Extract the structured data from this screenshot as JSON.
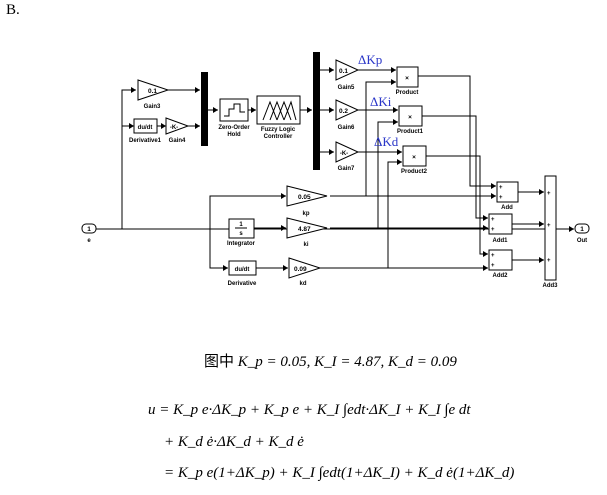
{
  "page_label": "B.",
  "diagram": {
    "input_port": {
      "number": "1",
      "label": "e"
    },
    "output_port": {
      "number": "1",
      "label": "Out"
    },
    "gain3": {
      "value": "0.1",
      "label": "Gain3"
    },
    "derivative1": {
      "text": "du/dt",
      "label": "Derivative1"
    },
    "gain4": {
      "value": "-K-",
      "label": "Gain4"
    },
    "zoh": {
      "label_line1": "Zero-Order",
      "label_line2": "Hold"
    },
    "flc": {
      "label_line1": "Fuzzy Logic",
      "label_line2": "Controller"
    },
    "gain5": {
      "value": "0.1",
      "label": "Gain5"
    },
    "gain6": {
      "value": "0.2",
      "label": "Gain6"
    },
    "gain7": {
      "value": "-K-",
      "label": "Gain7"
    },
    "product": {
      "symbol": "×",
      "label": "Product"
    },
    "product1": {
      "symbol": "×",
      "label": "Product1"
    },
    "product2": {
      "symbol": "×",
      "label": "Product2"
    },
    "kp": {
      "value": "0.05",
      "label": "kp"
    },
    "integrator": {
      "num": "1",
      "den": "s",
      "label": "Integrator"
    },
    "ki": {
      "value": "4.87",
      "label": "ki"
    },
    "derivative": {
      "text": "du/dt",
      "label": "Derivative"
    },
    "kd": {
      "value": "0.09",
      "label": "kd"
    },
    "add": {
      "label": "Add"
    },
    "add1": {
      "label": "Add1"
    },
    "add2": {
      "label": "Add2"
    },
    "add3": {
      "label": "Add3"
    },
    "delta_kp": "ΔKp",
    "delta_ki": "ΔKi",
    "delta_kd": "ΔKd"
  },
  "equations": {
    "caption_prefix": "图中",
    "caption_values": "K_p = 0.05, K_I = 4.87, K_d = 0.09",
    "line1": "u = K_p e·ΔK_p + K_p e + K_I ∫edt·ΔK_I + K_I ∫e dt",
    "line2": "+ K_d ė·ΔK_d + K_d ė",
    "line3": "= K_p e(1+ΔK_p) + K_I ∫edt(1+ΔK_I) + K_d ė(1+ΔK_d)"
  }
}
